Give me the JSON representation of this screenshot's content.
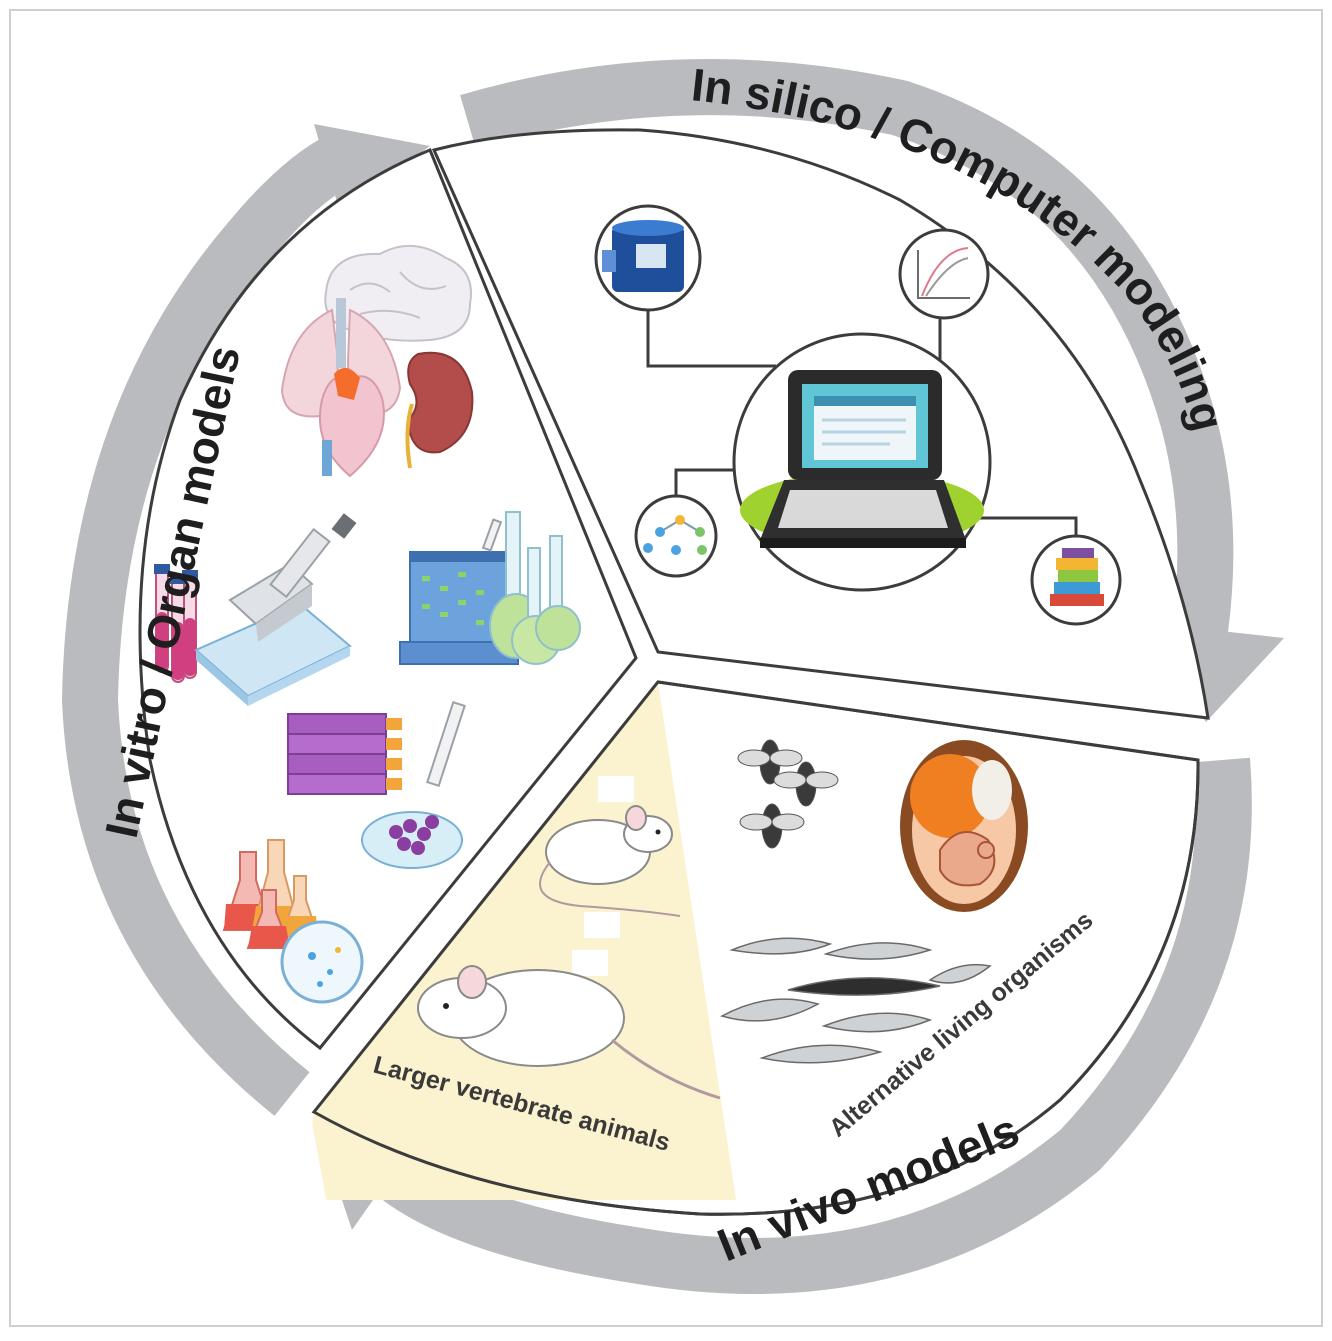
{
  "sections": {
    "in_silico": {
      "label": "In silico / Computer modeling"
    },
    "in_vivo": {
      "label": "In vivo models",
      "sub_left": "Larger vertebrate animals",
      "sub_right": "Alternative living organisms"
    },
    "in_vitro": {
      "label": "In vitro / Organ models"
    }
  },
  "colors": {
    "arrow": "#b9bbbe",
    "border": "#3c3c3c",
    "vertebrate_band": "#fbf3cf",
    "laptop_screen": "#60c6d6",
    "laptop_base_glow": "#9fd22f"
  },
  "icons": [
    "brain-icon",
    "lungs-heart-icon",
    "kidney-icon",
    "test-tubes-icon",
    "pipette-well-plate-icon",
    "gel-electrophoresis-icon",
    "flasks-icon",
    "culture-flasks-icon",
    "petri-dish-icon",
    "erlenmeyer-flasks-icon",
    "database-icon",
    "curve-chart-icon",
    "laptop-icon",
    "network-icon",
    "books-icon",
    "fruit-flies-icon",
    "chick-embryo-egg-icon",
    "zebrafish-icon",
    "mouse-icon",
    "rat-icon"
  ]
}
